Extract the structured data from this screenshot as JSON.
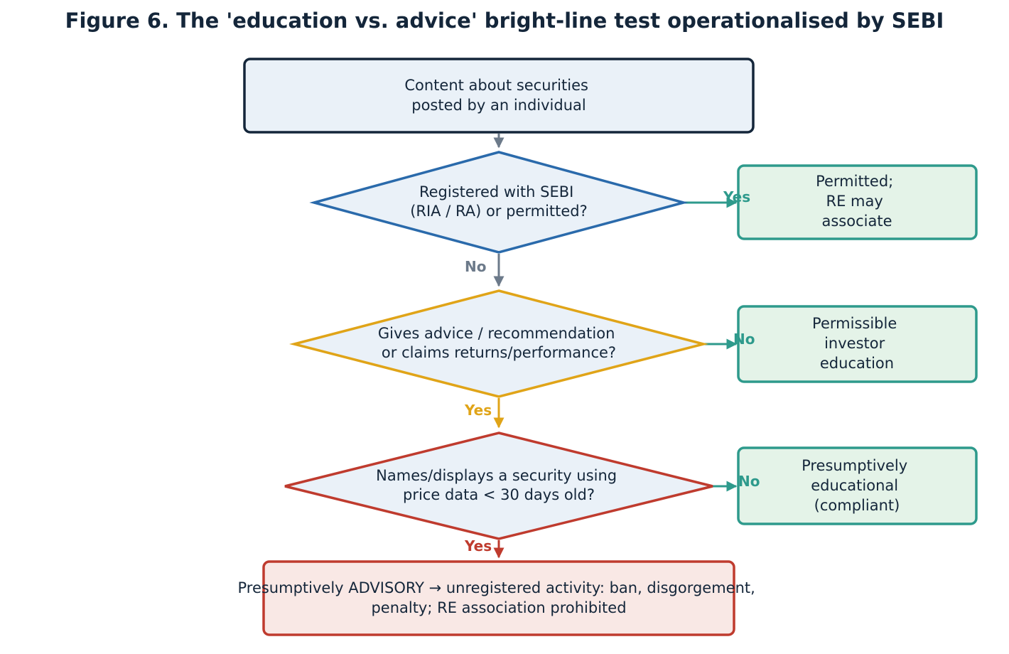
{
  "title": "Figure 6.  The 'education vs. advice' bright-line test operationalised by SEBI",
  "colors": {
    "navy": "#14263a",
    "blue": "#2a6aab",
    "amber": "#e0a418",
    "red": "#bf3b2e",
    "teal": "#2e9a8c",
    "grey": "#6c7a8a",
    "decision_fill": "#eaf1f8",
    "outcome_fill": "#e4f3e8",
    "terminal_fill": "#f9e8e5"
  },
  "nodes": {
    "start": {
      "lines": [
        "Content about securities",
        "posted by an individual"
      ]
    },
    "q1": {
      "lines": [
        "Registered with SEBI",
        "(RIA / RA) or permitted?"
      ]
    },
    "q2": {
      "lines": [
        "Gives advice / recommendation",
        "or claims returns/performance?"
      ]
    },
    "q3": {
      "lines": [
        "Names/displays a security using",
        "price data < 30 days old?"
      ]
    },
    "out1": {
      "lines": [
        "Permitted;",
        "RE may",
        "associate"
      ]
    },
    "out2": {
      "lines": [
        "Permissible",
        "investor",
        "education"
      ]
    },
    "out3": {
      "lines": [
        "Presumptively",
        "educational",
        "(compliant)"
      ]
    },
    "end": {
      "lines": [
        "Presumptively ADVISORY → unregistered activity: ban, disgorgement,",
        "penalty; RE association prohibited"
      ]
    }
  },
  "edges": {
    "q1_yes": "Yes",
    "q1_no": "No",
    "q2_no": "No",
    "q2_yes": "Yes",
    "q3_no": "No",
    "q3_yes": "Yes"
  }
}
